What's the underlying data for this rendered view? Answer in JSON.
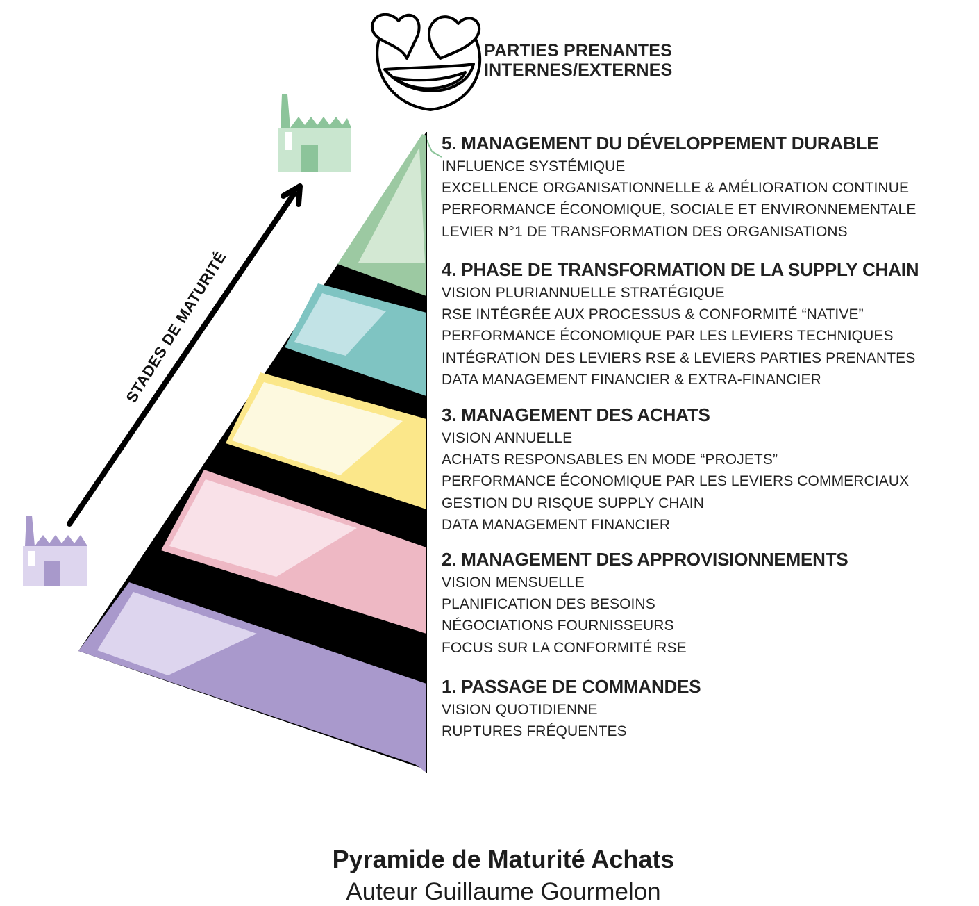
{
  "stakeholders": {
    "line1": "PARTIES PRENANTES",
    "line2": "INTERNES/EXTERNES",
    "icon": "heart-eyes-smiley-icon"
  },
  "axis_label": "STADES DE MATURITÉ",
  "icons": {
    "top_factory": "factory-icon",
    "bottom_factory": "factory-icon",
    "arrow": "up-right-arrow-icon"
  },
  "colors": {
    "level5": "#9cc9a2",
    "level4": "#7fc4c2",
    "level3": "#fbe78a",
    "level2": "#eeb8c4",
    "level1": "#a999cc"
  },
  "levels": [
    {
      "title": "5. MANAGEMENT DU DÉVELOPPEMENT DURABLE",
      "items": [
        "INFLUENCE SYSTÉMIQUE",
        "EXCELLENCE ORGANISATIONNELLE & AMÉLIORATION CONTINUE",
        "PERFORMANCE ÉCONOMIQUE, SOCIALE ET ENVIRONNEMENTALE",
        "LEVIER N°1 DE TRANSFORMATION DES ORGANISATIONS"
      ]
    },
    {
      "title": "4. PHASE DE TRANSFORMATION DE LA SUPPLY CHAIN",
      "items": [
        "VISION PLURIANNUELLE STRATÉGIQUE",
        "RSE INTÉGRÉE AUX PROCESSUS & CONFORMITÉ “NATIVE”",
        "PERFORMANCE ÉCONOMIQUE PAR LES LEVIERS TECHNIQUES",
        "INTÉGRATION DES LEVIERS RSE & LEVIERS PARTIES PRENANTES",
        "DATA MANAGEMENT FINANCIER & EXTRA-FINANCIER"
      ]
    },
    {
      "title": "3. MANAGEMENT DES ACHATS",
      "items": [
        "VISION ANNUELLE",
        "ACHATS RESPONSABLES EN MODE “PROJETS”",
        "PERFORMANCE ÉCONOMIQUE PAR LES LEVIERS COMMERCIAUX",
        "GESTION DU RISQUE SUPPLY CHAIN",
        "DATA MANAGEMENT FINANCIER"
      ]
    },
    {
      "title": "2. MANAGEMENT DES APPROVISIONNEMENTS",
      "items": [
        "VISION MENSUELLE",
        "PLANIFICATION DES BESOINS",
        "NÉGOCIATIONS FOURNISSEURS",
        "FOCUS SUR LA CONFORMITÉ RSE"
      ]
    },
    {
      "title": "1. PASSAGE DE COMMANDES",
      "items": [
        "VISION QUOTIDIENNE",
        "RUPTURES FRÉQUENTES"
      ]
    }
  ],
  "footer": {
    "title": "Pyramide de Maturité Achats",
    "author": "Auteur Guillaume Gourmelon"
  }
}
